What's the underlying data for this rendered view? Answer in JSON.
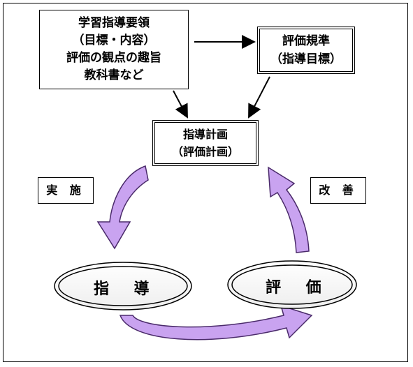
{
  "source_box": {
    "lines": [
      "学習指導要領",
      "（目標・内容）",
      "評価の観点の趣旨",
      "教科書など"
    ]
  },
  "standard_box": {
    "lines": [
      "評価規準",
      "（指導目標）"
    ]
  },
  "plan_box": {
    "lines": [
      "指導計画",
      "（評価計画）"
    ]
  },
  "labels": {
    "left": "実 施",
    "right": "改 善"
  },
  "cycle": {
    "left": "指 導",
    "right": "評 価"
  },
  "colors": {
    "arrow_fill": "#c9a3f0",
    "arrow_stroke": "#4a2a6a",
    "line": "#000000"
  }
}
